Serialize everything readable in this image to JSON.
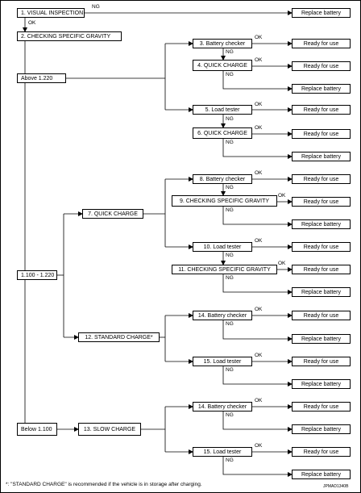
{
  "steps": {
    "s1": "1. VISUAL INSPECTION",
    "s2": "2. CHECKING SPECIFIC GRAVITY",
    "s3": "3. Battery checker",
    "s4": "4. QUICK CHARGE",
    "s5": "5. Load tester",
    "s6": "6. QUICK CHARGE",
    "s7": "7. QUICK CHARGE",
    "s8": "8. Battery checker",
    "s9": "9. CHECKING SPECIFIC GRAVITY",
    "s10": "10. Load tester",
    "s11": "11. CHECKING SPECIFIC GRAVITY",
    "s12": "12. STANDARD CHARGE*",
    "s13": "13. SLOW CHARGE",
    "s14": "14. Battery checker",
    "s15": "15. Load tester"
  },
  "ranges": {
    "above": "Above 1.220",
    "mid": "1.100 - 1.220",
    "below": "Below 1.100"
  },
  "outcomes": {
    "ready": "Ready for use",
    "replace": "Replace battery"
  },
  "labels": {
    "ok": "OK",
    "ng": "NG"
  },
  "footnote": "*: \"STANDARD CHARGE\" is recommended if the vehicle is in storage after charging.",
  "code": "JPMAD1340B"
}
